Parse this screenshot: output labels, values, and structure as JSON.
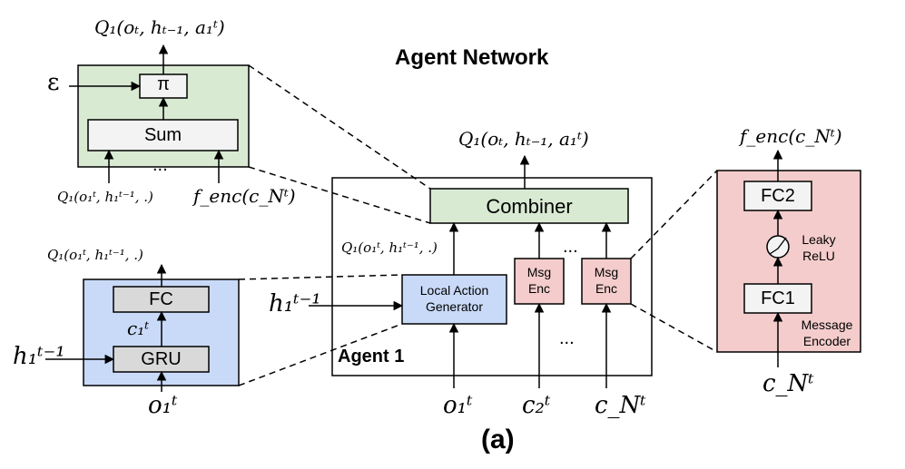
{
  "title": "Agent Network",
  "subfigure_label": "(a)",
  "agent_label": "Agent 1",
  "colors": {
    "combiner_fill": "#d9ead3",
    "local_fill": "#c9daf8",
    "msg_fill": "#f4cccc",
    "gray_fill": "#d9d9d9",
    "light_fill": "#f3f3f3"
  },
  "center": {
    "combiner": "Combiner",
    "local_action_generator": "Local Action Generator",
    "msg_enc": "Msg Enc",
    "output_label": "Q₁(oₜ, hₜ₋₁, a₁ᵗ)",
    "q_label": "Q₁(o₁ᵗ, h₁ᵗ⁻¹, .)",
    "h_input": "h₁ᵗ⁻¹",
    "inputs": [
      "o₁ᵗ",
      "c₂ᵗ",
      "c_Nᵗ"
    ],
    "dots": "..."
  },
  "top_left": {
    "output_label": "Q₁(oₜ, hₜ₋₁, a₁ᵗ)",
    "epsilon": "ε",
    "pi": "π",
    "sum": "Sum",
    "input_q": "Q₁(o₁ᵗ, h₁ᵗ⁻¹, .)",
    "input_f": "f_enc(c_Nᵗ)",
    "dots": "..."
  },
  "bottom_left": {
    "output_label": "Q₁(o₁ᵗ, h₁ᵗ⁻¹, .)",
    "fc": "FC",
    "gru": "GRU",
    "c_label": "c₁ᵗ",
    "h_input": "h₁ᵗ⁻¹",
    "o_input": "o₁ᵗ"
  },
  "right": {
    "output_label": "f_enc(c_Nᵗ)",
    "fc2": "FC2",
    "fc1": "FC1",
    "activation": "Leaky ReLU",
    "caption": "Message Encoder",
    "input": "c_Nᵗ"
  }
}
